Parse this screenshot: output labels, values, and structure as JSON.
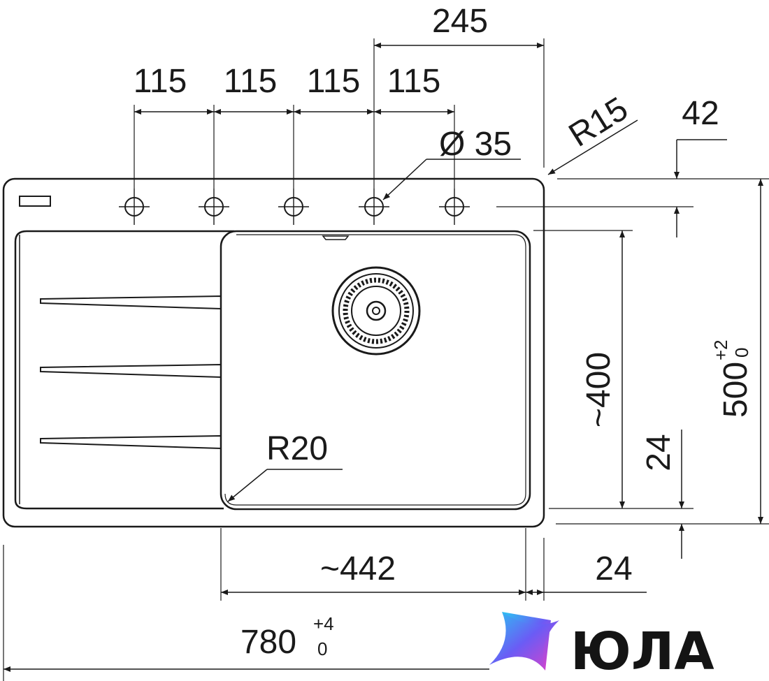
{
  "dimensions": {
    "overall_width": "780",
    "overall_width_tol_upper": "+4",
    "overall_width_tol_lower": "0",
    "overall_depth": "500",
    "overall_depth_tol_upper": "+2",
    "overall_depth_tol_lower": "0",
    "bowl_width": "~442",
    "bowl_depth": "~400",
    "hole_spacing": [
      "115",
      "115",
      "115",
      "115"
    ],
    "tap_offset": "245",
    "hole_diameter": "Ø 35",
    "corner_radius_outer": "R15",
    "corner_radius_bowl": "R20",
    "hole_row_offset": "42",
    "side_margin": "24",
    "bottom_margin": "24"
  },
  "logo": {
    "text": "ЮЛА",
    "colors": [
      "#29c7f2",
      "#6a5cf5",
      "#e040c8"
    ]
  },
  "colors": {
    "line": "#1a1a1a",
    "background": "#ffffff"
  }
}
